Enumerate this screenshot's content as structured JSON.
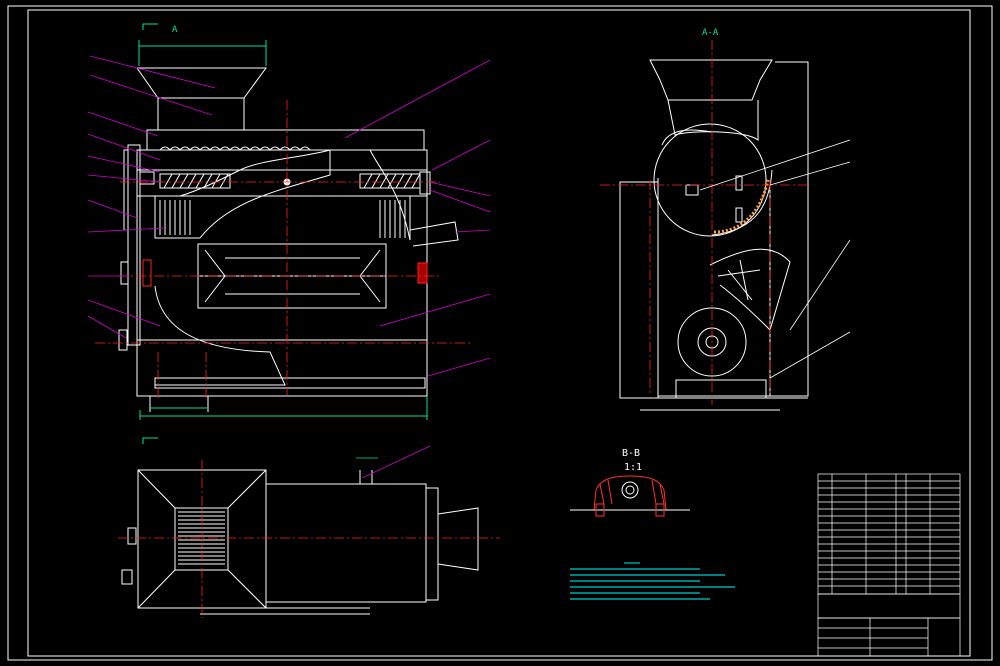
{
  "views": {
    "front_label": "A",
    "side_label": "A-A",
    "section_label": "B-B",
    "section_scale": "1:1"
  },
  "colors": {
    "background": "#000000",
    "outline": "#ffffff",
    "centerline": "#ff2020",
    "leader": "#d000d0",
    "dimension": "#00e0a0",
    "notes": "#00ffff",
    "border": "#ffffff"
  }
}
